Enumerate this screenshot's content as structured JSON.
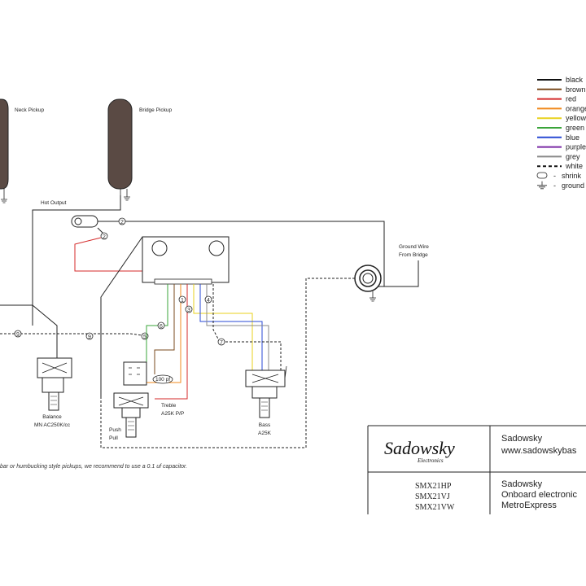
{
  "pickups": {
    "neck": "Neck Pickup",
    "bridge": "Bridge Pickup"
  },
  "labels": {
    "hot_output": "Hot Output",
    "ground_wire_1": "Ground Wire",
    "ground_wire_2": "From Bridge",
    "balance_1": "Balance",
    "balance_2": "MN AC250K/cc",
    "treble_1": "Treble",
    "treble_2": "A25K P/P",
    "push_1": "Push",
    "push_2": "Pull",
    "bass_1": "Bass",
    "bass_2": "A25K",
    "cap": "100 pf"
  },
  "wire_numbers": [
    "2",
    "6",
    "9",
    "9",
    "1",
    "3",
    "4",
    "5",
    "6",
    "7",
    "8"
  ],
  "note": "bar or humbucking style pickups, we recommend to use a 0.1 uf capacitor.",
  "legend": [
    {
      "label": "black",
      "color": "#111111",
      "style": "solid"
    },
    {
      "label": "brown",
      "color": "#7a4a1e",
      "style": "solid"
    },
    {
      "label": "red",
      "color": "#d42a2a",
      "style": "solid"
    },
    {
      "label": "orange",
      "color": "#f08a1e",
      "style": "solid"
    },
    {
      "label": "yellow",
      "color": "#e8d21e",
      "style": "solid"
    },
    {
      "label": "green",
      "color": "#3aa43a",
      "style": "solid"
    },
    {
      "label": "blue",
      "color": "#2a4ad4",
      "style": "solid"
    },
    {
      "label": "purple",
      "color": "#7a2aa4",
      "style": "solid"
    },
    {
      "label": "grey",
      "color": "#8a8a8a",
      "style": "solid"
    },
    {
      "label": "white",
      "color": "#111111",
      "style": "dashed"
    },
    {
      "label": "shrink",
      "color": "#111111",
      "style": "shrink"
    },
    {
      "label": "ground",
      "color": "#111111",
      "style": "ground"
    }
  ],
  "title_block": {
    "logo": "Sadowsky",
    "logo_sub": "Electronics",
    "company": "Sadowsky",
    "url": "www.sadowskybas",
    "models": [
      "SMX21HP",
      "SMX21VJ",
      "SMX21VW"
    ],
    "desc": [
      "Sadowsky",
      "Onboard electronic",
      "MetroExpress"
    ]
  }
}
